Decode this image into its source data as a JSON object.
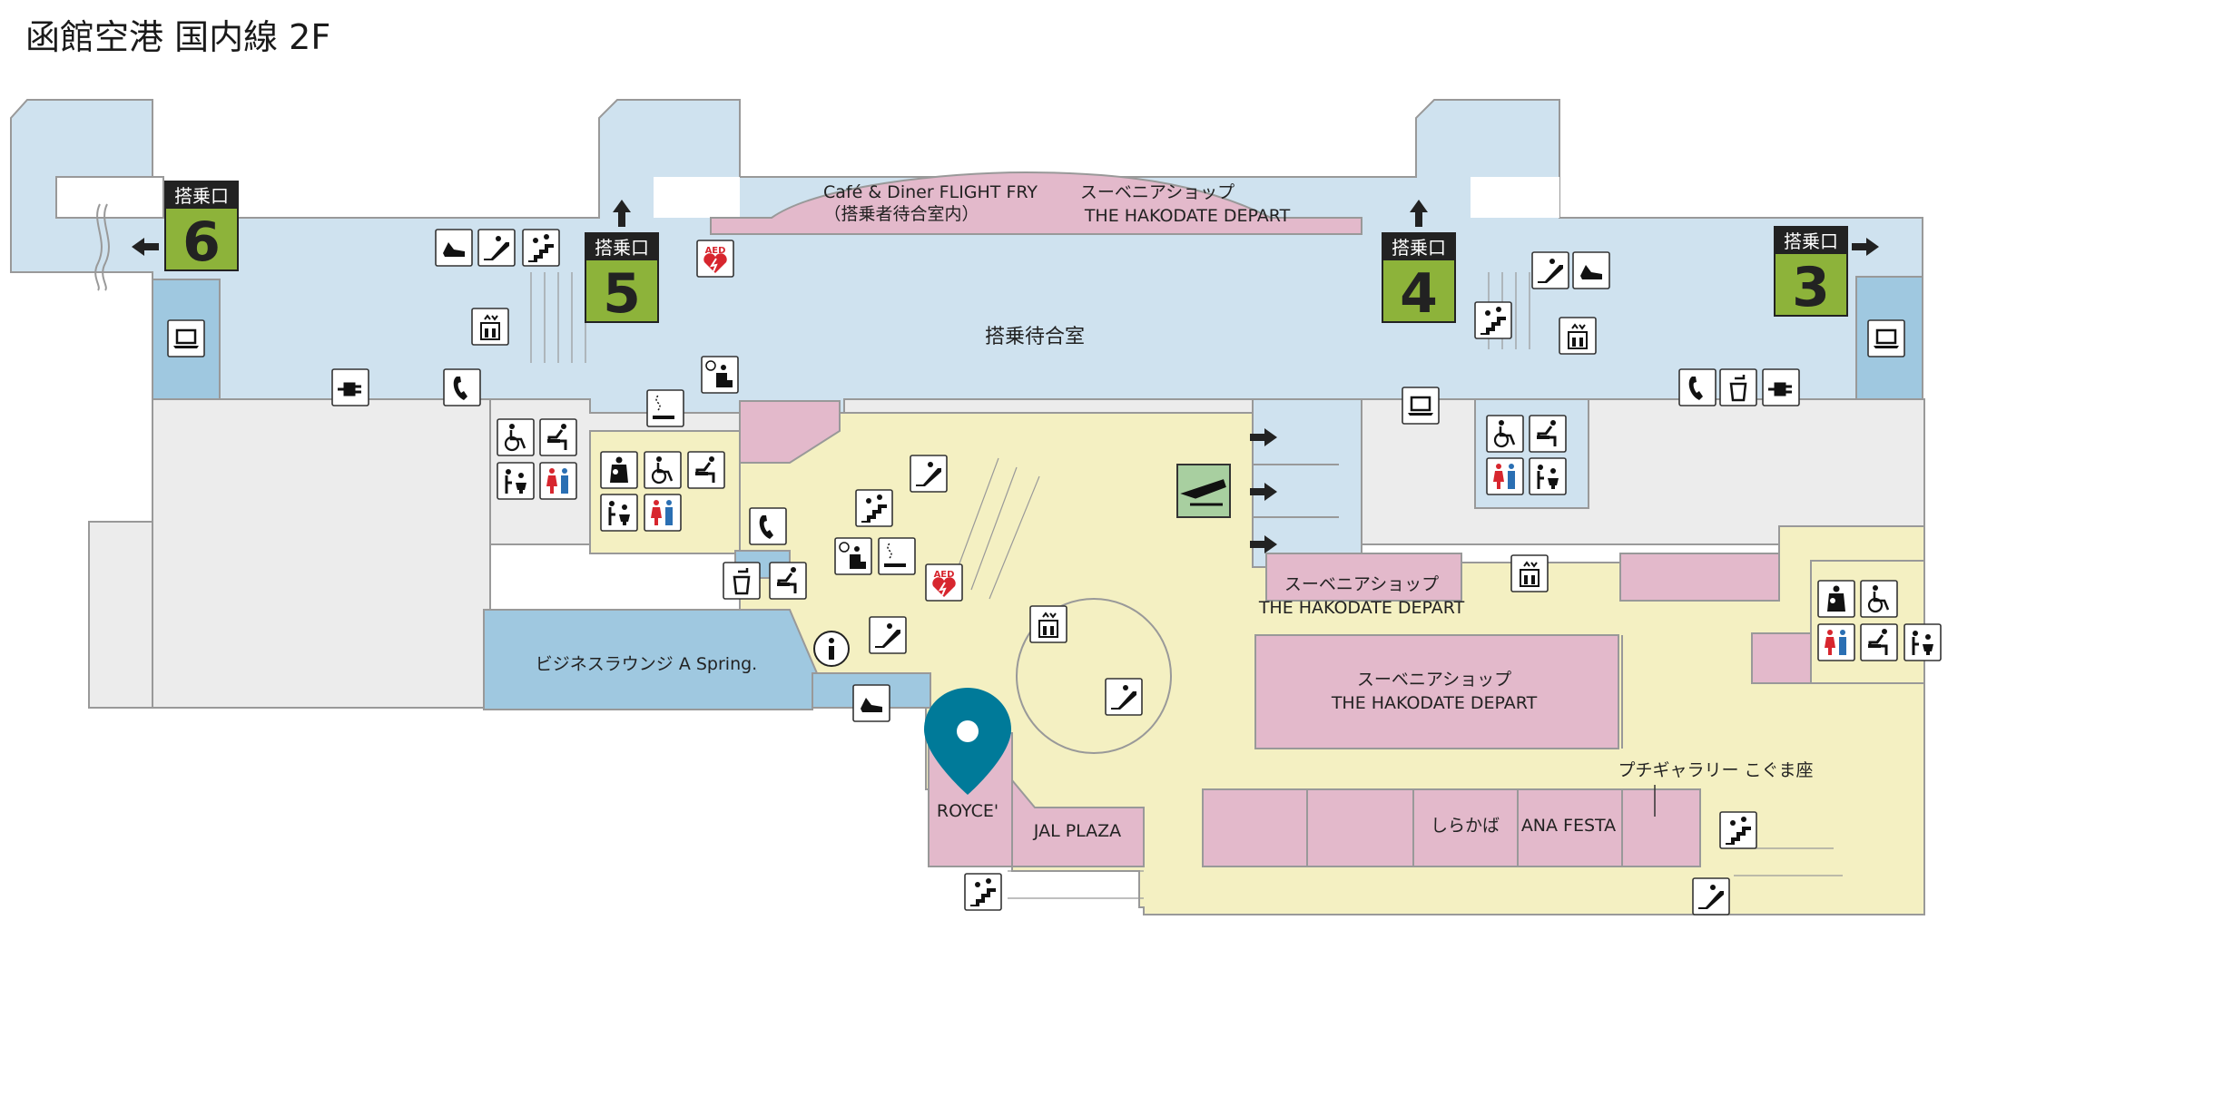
{
  "title": "函館空港 国内線 2F",
  "gates": [
    {
      "label": "搭乗口",
      "number": "6"
    },
    {
      "label": "搭乗口",
      "number": "5"
    },
    {
      "label": "搭乗口",
      "number": "4"
    },
    {
      "label": "搭乗口",
      "number": "3"
    }
  ],
  "labels": {
    "cafe_line1": "Café & Diner FLIGHT FRY",
    "cafe_line2": "（搭乗者待合室内）",
    "souvenir_top_line1": "スーベニアショップ",
    "souvenir_top_line2": "THE HAKODATE DEPART",
    "waiting_room": "搭乗待合室",
    "business_lounge": "ビジネスラウンジ A Spring.",
    "souvenir_mid_line1": "スーベニアショップ",
    "souvenir_mid_line2": "THE HAKODATE DEPART",
    "souvenir_main_line1": "スーベニアショップ",
    "souvenir_main_line2": "THE HAKODATE DEPART",
    "gallery": "プチギャラリー こぐま座",
    "royce": "ROYCE'",
    "jal_plaza": "JAL PLAZA",
    "shirakaba": "しらかば",
    "ana_festa": "ANA FESTA",
    "aed": "AED"
  },
  "colors": {
    "gate_area": "#cfe2ef",
    "lounge": "#9fc8e0",
    "shop": "#e3b9cb",
    "public_area": "#f4f0c2",
    "outside": "#ececec",
    "gate_badge": "#8db33a",
    "marker": "#007a99",
    "aed": "#d7262e"
  },
  "icons": [
    "massage-chair-icon",
    "escalator-down-icon",
    "stairs-up-icon",
    "elevator-icon",
    "aed-icon",
    "power-outlet-icon",
    "phone-icon",
    "laptop-icon",
    "wheelchair-icon",
    "baby-care-icon",
    "restroom-icon",
    "multipurpose-toilet-icon",
    "smoking-room-icon",
    "waiting-seat-icon",
    "information-icon",
    "departure-icon",
    "water-fountain-icon",
    "nursing-room-icon",
    "ostomate-icon",
    "location-marker-icon"
  ]
}
